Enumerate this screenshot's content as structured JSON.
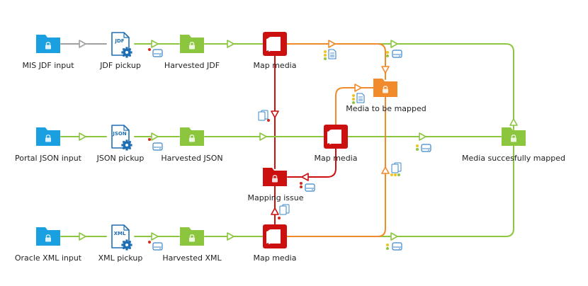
{
  "colors": {
    "blue": "#1a9fe0",
    "green": "#8cc63f",
    "orange": "#f18a2b",
    "red": "#cc1010",
    "gray": "#a0a0a0",
    "dot_red": "#d9261c",
    "dot_yellow": "#f0c419",
    "dot_green": "#8cc63f"
  },
  "nodes": {
    "mis_jdf_input": {
      "label": "MIS JDF input",
      "kind": "folder-blue"
    },
    "jdf_pickup": {
      "label": "JDF pickup",
      "kind": "pickup",
      "badge": "JDF"
    },
    "harvested_jdf": {
      "label": "Harvested JDF",
      "kind": "folder-green"
    },
    "map_media_1": {
      "label": "Map media",
      "kind": "map-media"
    },
    "media_to_be_mapped": {
      "label": "Media to be mapped",
      "kind": "folder-orange"
    },
    "portal_json_input": {
      "label": "Portal JSON input",
      "kind": "folder-blue"
    },
    "json_pickup": {
      "label": "JSON pickup",
      "kind": "pickup",
      "badge": "JSON"
    },
    "harvested_json": {
      "label": "Harvested JSON",
      "kind": "folder-green"
    },
    "map_media_2": {
      "label": "Map media",
      "kind": "map-media"
    },
    "media_successfully_mapped": {
      "label": "Media succesfully mapped",
      "kind": "folder-green"
    },
    "mapping_issue": {
      "label": "Mapping issue",
      "kind": "folder-red"
    },
    "oracle_xml_input": {
      "label": "Oracle XML input",
      "kind": "folder-blue"
    },
    "xml_pickup": {
      "label": "XML pickup",
      "kind": "pickup",
      "badge": "XML"
    },
    "harvested_xml": {
      "label": "Harvested XML",
      "kind": "folder-green"
    },
    "map_media_3": {
      "label": "Map media",
      "kind": "map-media"
    }
  }
}
